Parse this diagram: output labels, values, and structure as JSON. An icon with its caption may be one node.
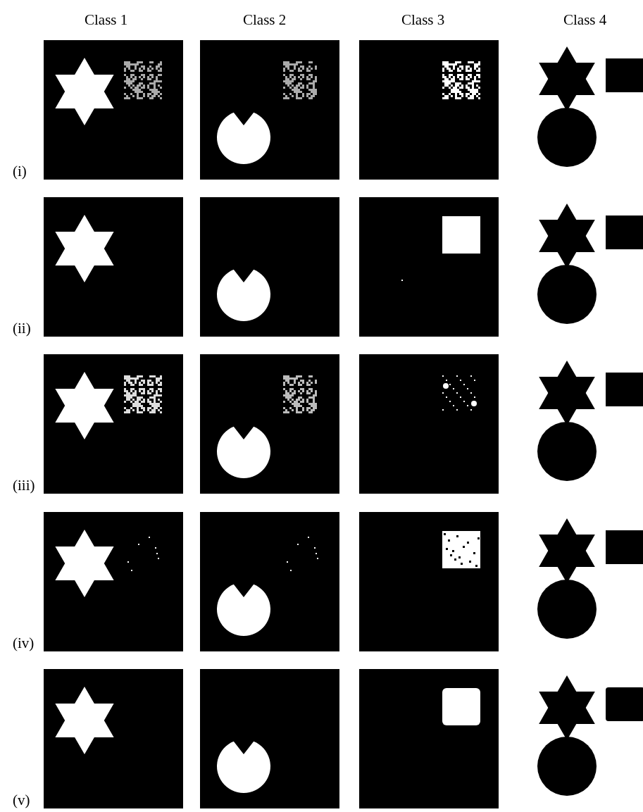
{
  "diagram": {
    "labels": [
      "Class 1",
      "Class 2",
      "Class 3",
      "Class 4",
      "(i)",
      "(ii)",
      "(iii)",
      "(iv)",
      "(v)"
    ]
  }
}
